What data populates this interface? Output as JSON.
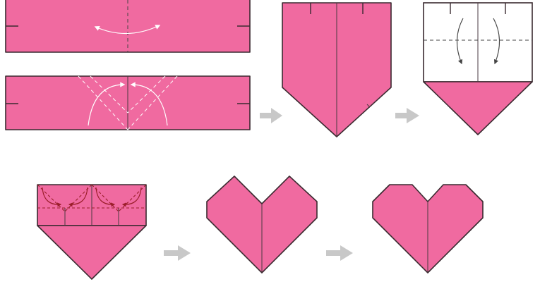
{
  "colors": {
    "paper_pink": "#f06aa0",
    "paper_white": "#ffffff",
    "outline": "#3a2a30",
    "step_arrow": "#c8c8c8",
    "guide_red": "#9b1e2a"
  },
  "steps": [
    {
      "name": "step-1-fold-in-half",
      "arrow": "double-headed-arc-arrow"
    },
    {
      "name": "step-2-fold-corners-down",
      "arrow": "curved-fold-arrows"
    },
    {
      "name": "step-3-pointed-shape",
      "arrow": "none"
    },
    {
      "name": "step-4-fold-top-flaps-down",
      "arrow": "curved-down-arrows"
    },
    {
      "name": "step-5-fold-top-corners",
      "arrow": "curved-fold-arrows"
    },
    {
      "name": "step-6-angular-heart",
      "arrow": "none"
    },
    {
      "name": "step-7-finished-heart",
      "arrow": "none"
    }
  ],
  "transition_arrows": 4
}
